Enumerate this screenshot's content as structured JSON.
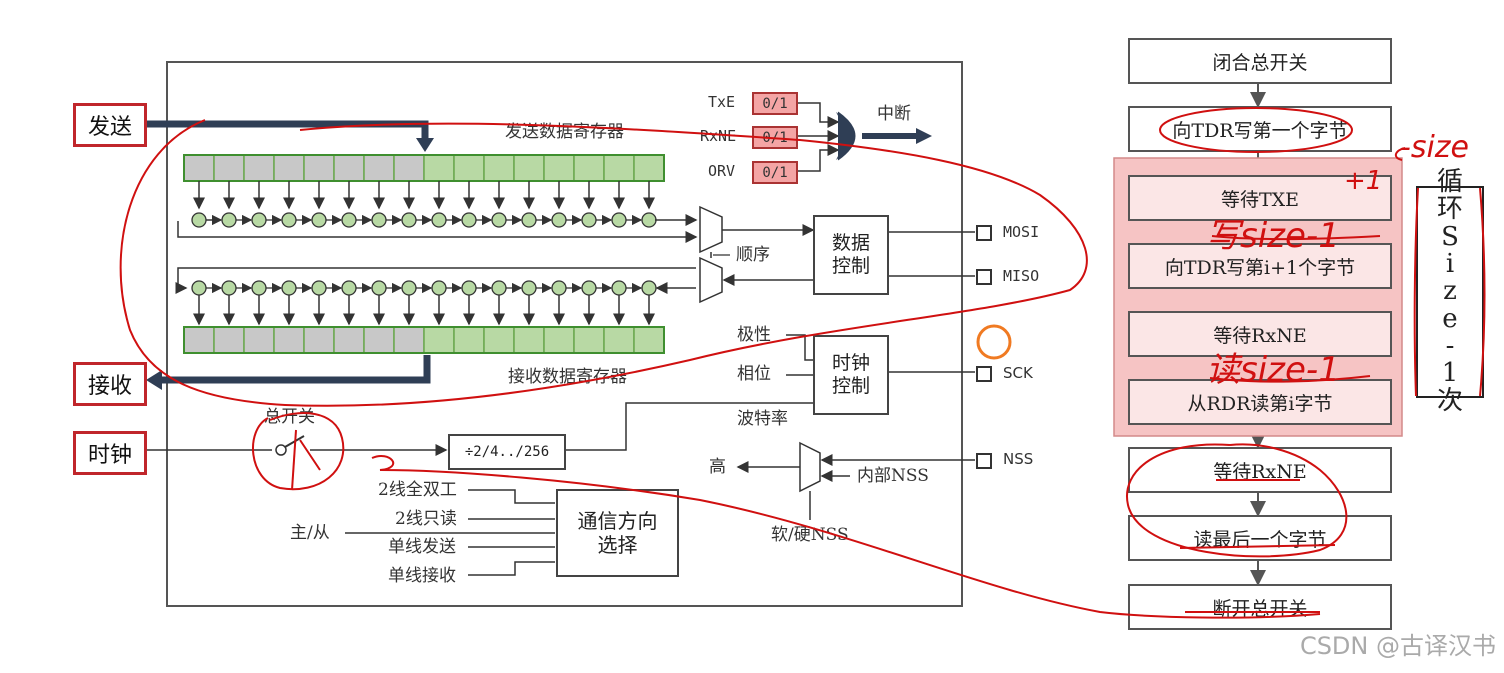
{
  "left_diagram": {
    "inputs": {
      "send": "发送",
      "receive": "接收",
      "clock": "时钟"
    },
    "tx_register_label": "发送数据寄存器",
    "rx_register_label": "接收数据寄存器",
    "flags": [
      {
        "name": "TxE",
        "value": "0/1"
      },
      {
        "name": "RxNE",
        "value": "0/1"
      },
      {
        "name": "ORV",
        "value": "0/1"
      }
    ],
    "interrupt_label": "中断",
    "order_label": "顺序",
    "data_control": [
      "数据",
      "控制"
    ],
    "clock_control": [
      "时钟",
      "控制"
    ],
    "polarity_label": "极性",
    "phase_label": "相位",
    "baud_label": "波特率",
    "prescaler_label": "÷2/4../256",
    "master_switch_label": "总开关",
    "pins": [
      "MOSI",
      "MISO",
      "SCK",
      "NSS"
    ],
    "high_label": "高",
    "internal_nss_label": "内部NSS",
    "soft_hard_nss_label": "软/硬NSS",
    "master_slave_label": "主/从",
    "modes": [
      "2线全双工",
      "2线只读",
      "单线发送",
      "单线接收"
    ],
    "comm_direction": [
      "通信方向",
      "选择"
    ]
  },
  "flowchart": {
    "steps": [
      "闭合总开关",
      "向TDR写第一个字节"
    ],
    "loop_steps": [
      "等待TXE",
      "向TDR写第i+1个字节",
      "等待RxNE",
      "从RDR读第i字节"
    ],
    "after_steps": [
      "等待RxNE",
      "读最后一个字节",
      "断开总开关"
    ],
    "loop_label": [
      "循",
      "环",
      "S",
      "i",
      "z",
      "e",
      "-",
      "1",
      "次"
    ]
  },
  "annotations": {
    "size_note": "-size",
    "plus_one": "+1",
    "write_note": "写size-1",
    "read_note": "读size-1"
  },
  "watermark": "CSDN @古译汉书",
  "colors": {
    "tx_grey": "#c8c8c8",
    "tx_green": "#b8d9a4",
    "flag_fill": "#f4a5a5",
    "loop_fill": "#f6c4c4",
    "annotation_red": "#d01010",
    "arrow_navy": "#2f3e55",
    "accent_orange": "#f07a22"
  }
}
